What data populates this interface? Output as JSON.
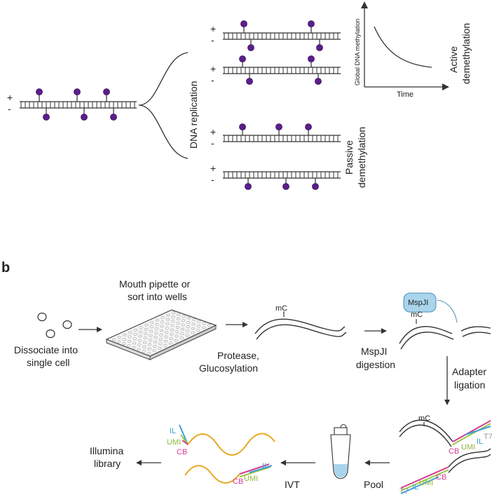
{
  "panel_a": {
    "plus": "+",
    "minus": "-",
    "replication_label": "DNA replication",
    "active_label_1": "Active",
    "active_label_2": "demethylation",
    "passive_label_1": "Passive",
    "passive_label_2": "demethylation",
    "plot_ylabel": "Global DNA methylation",
    "plot_xlabel": "Time"
  },
  "panel_b": {
    "letter": "b",
    "step1_line1": "Dissociate into",
    "step1_line2": "single cell",
    "step2_line1": "Mouth pipette or",
    "step2_line2": "sort into wells",
    "step3_line1": "Protease,",
    "step3_line2": "Glucosylation",
    "mc": "mC",
    "enzyme": "MspJI",
    "step4_line1": "MspJI",
    "step4_line2": "digestion",
    "step5_line1": "Adapter",
    "step5_line2": "ligation",
    "cb": "CB",
    "umi": "UMI",
    "il": "IL",
    "t7": "T7",
    "pool": "Pool",
    "ivt": "IVT",
    "out_line1": "Illumina",
    "out_line2": "library"
  },
  "colors": {
    "methyl": "#5a1f8a",
    "rna": "#e8a923",
    "il": "#3a9fd8",
    "umi": "#9cc74a",
    "cb": "#d63c8e",
    "enzyme": "#a9d4ec"
  }
}
